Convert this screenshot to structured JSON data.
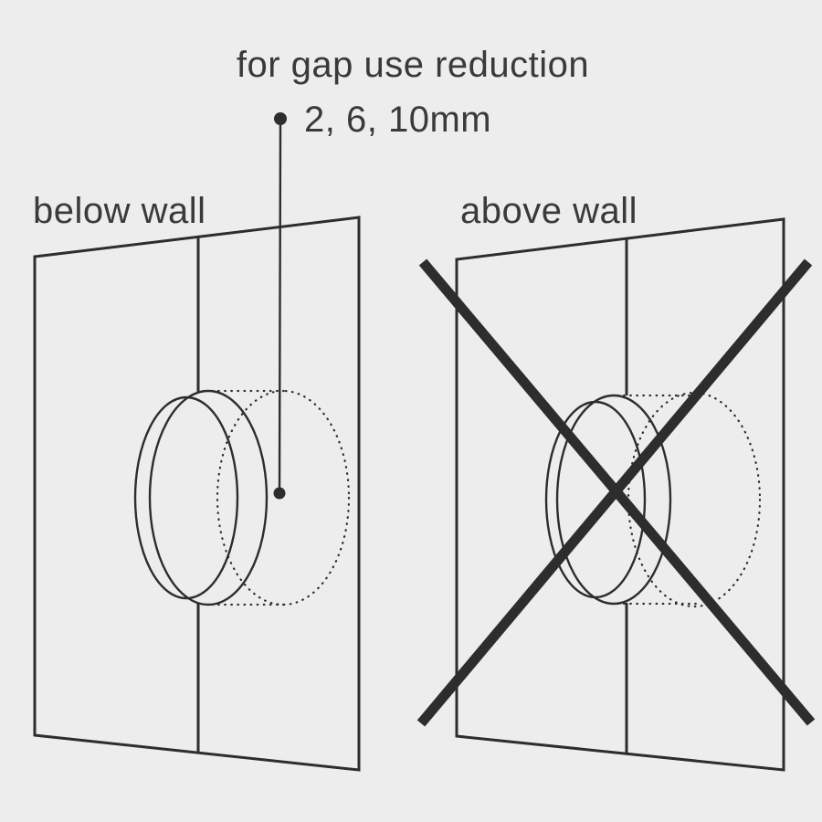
{
  "diagram": {
    "annotation": {
      "title": "for gap use reduction",
      "bullet_value": "2, 6, 10mm"
    },
    "panels": {
      "left": {
        "label": "below wall",
        "status": "allowed"
      },
      "right": {
        "label": "above wall",
        "status": "not-allowed"
      }
    },
    "colors": {
      "background": "#ecedec",
      "ink": "#2d2d2d",
      "text": "#3a3a3a"
    }
  }
}
